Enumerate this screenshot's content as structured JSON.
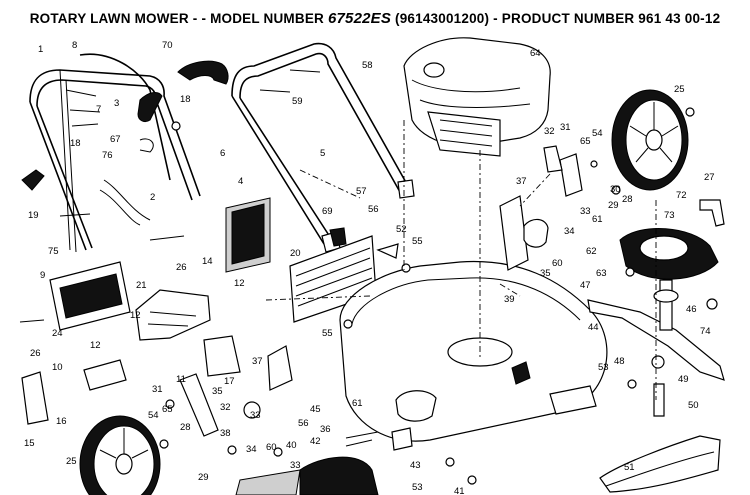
{
  "title": {
    "prefix": "ROTARY LAWN MOWER - - MODEL NUMBER",
    "model": "67522ES",
    "suffix": "(96143001200) - PRODUCT NUMBER 961 43 00-12"
  },
  "part_labels": [
    "1",
    "8",
    "70",
    "58",
    "64",
    "25",
    "7",
    "3",
    "18",
    "59",
    "32",
    "31",
    "65",
    "54",
    "67",
    "76",
    "5",
    "6",
    "18",
    "37",
    "27",
    "72",
    "19",
    "2",
    "4",
    "57",
    "30",
    "29",
    "28",
    "73",
    "69",
    "56",
    "52",
    "55",
    "34",
    "33",
    "61",
    "75",
    "20",
    "62",
    "60",
    "63",
    "9",
    "26",
    "14",
    "12",
    "21",
    "35",
    "39",
    "47",
    "46",
    "74",
    "24",
    "12",
    "55",
    "44",
    "26",
    "12",
    "37",
    "53",
    "48",
    "49",
    "10",
    "11",
    "17",
    "31",
    "35",
    "32",
    "33",
    "56",
    "45",
    "61",
    "50",
    "16",
    "54",
    "65",
    "15",
    "28",
    "29",
    "38",
    "40",
    "34",
    "60",
    "36",
    "42",
    "25",
    "33",
    "43",
    "41",
    "53",
    "51"
  ]
}
